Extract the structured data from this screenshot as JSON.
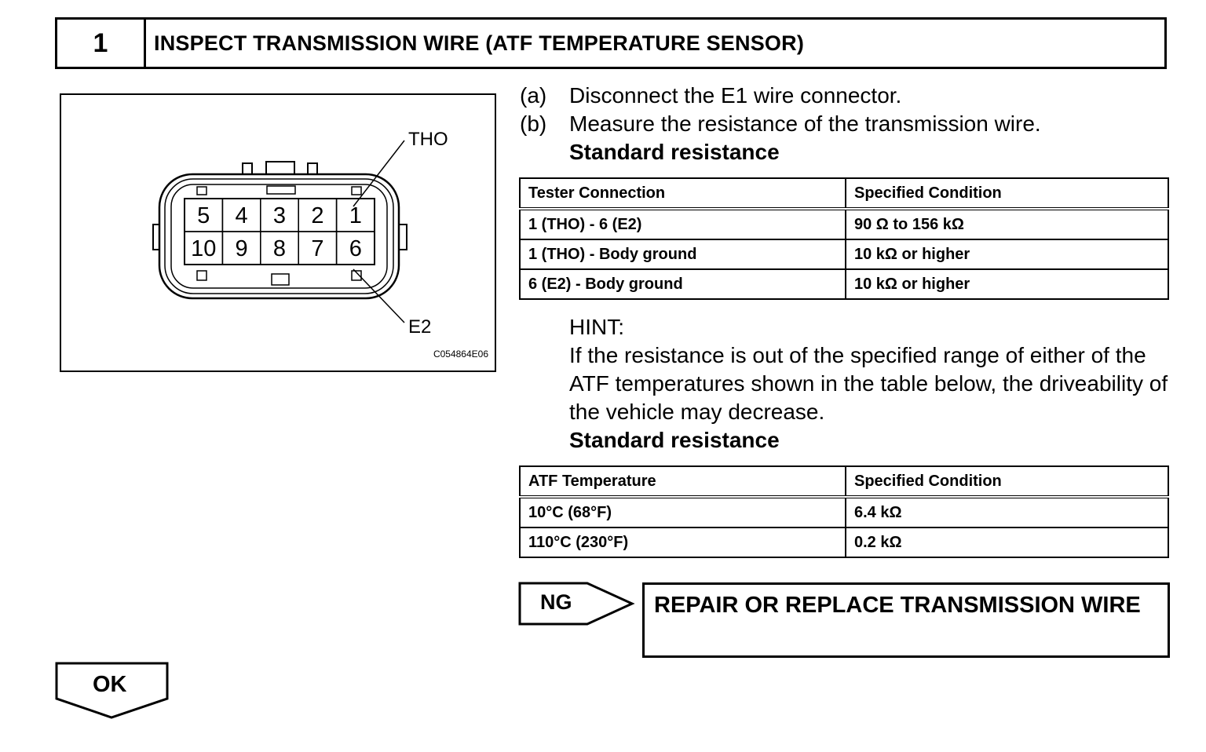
{
  "step": {
    "number": "1",
    "title": "INSPECT TRANSMISSION WIRE (ATF TEMPERATURE SENSOR)"
  },
  "figure": {
    "label_tho": "THO",
    "label_e2": "E2",
    "code": "C054864E06",
    "pins_top": [
      "5",
      "4",
      "3",
      "2",
      "1"
    ],
    "pins_bottom": [
      "10",
      "9",
      "8",
      "7",
      "6"
    ]
  },
  "instructions": [
    {
      "letter": "(a)",
      "text": "Disconnect the E1 wire connector."
    },
    {
      "letter": "(b)",
      "text": "Measure the resistance of the transmission wire."
    }
  ],
  "standard_label_1": "Standard resistance",
  "table1": {
    "headers": [
      "Tester Connection",
      "Specified Condition"
    ],
    "rows": [
      [
        "1 (THO) - 6 (E2)",
        "90 Ω to 156 kΩ"
      ],
      [
        "1 (THO) - Body ground",
        "10 kΩ or higher"
      ],
      [
        "6 (E2) - Body ground",
        "10 kΩ or higher"
      ]
    ]
  },
  "hint": {
    "label": "HINT:",
    "text": "If the resistance is out of the specified range of either of the ATF temperatures shown in the table below, the driveability of the vehicle may decrease.",
    "standard_label": "Standard resistance"
  },
  "table2": {
    "headers": [
      "ATF Temperature",
      "Specified Condition"
    ],
    "rows": [
      [
        "10°C (68°F)",
        "6.4 kΩ"
      ],
      [
        "110°C (230°F)",
        "0.2 kΩ"
      ]
    ]
  },
  "ng": {
    "label": "NG",
    "result": "REPAIR OR REPLACE TRANSMISSION WIRE"
  },
  "ok": {
    "label": "OK"
  }
}
